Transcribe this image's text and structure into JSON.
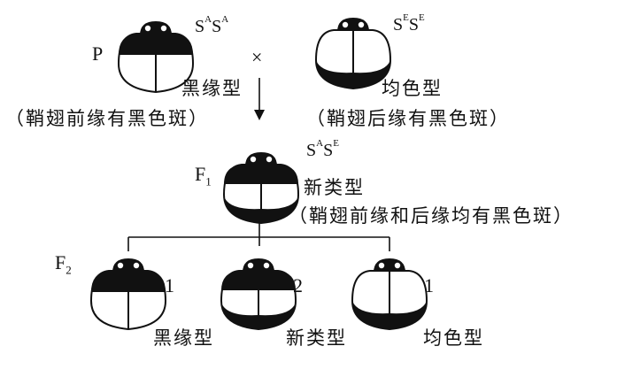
{
  "parents": {
    "label": "P",
    "cross_symbol": "×",
    "left": {
      "genotype_base": "S",
      "allele": "A",
      "name": "黑缘型",
      "desc": "（鞘翅前缘有黑色斑）"
    },
    "right": {
      "genotype_base": "S",
      "allele": "E",
      "name": "均色型",
      "desc": "（鞘翅后缘有黑色斑）"
    }
  },
  "f1": {
    "label": "F",
    "label_sub": "1",
    "genotype": {
      "base": "S",
      "allele1": "A",
      "allele2": "E"
    },
    "name": "新类型",
    "desc": "（鞘翅前缘和后缘均有黑色斑）"
  },
  "f2": {
    "label": "F",
    "label_sub": "2",
    "offspring": [
      {
        "ratio": "1",
        "name": "黑缘型"
      },
      {
        "ratio": "2",
        "name": "新类型"
      },
      {
        "ratio": "1",
        "name": "均色型"
      }
    ]
  }
}
